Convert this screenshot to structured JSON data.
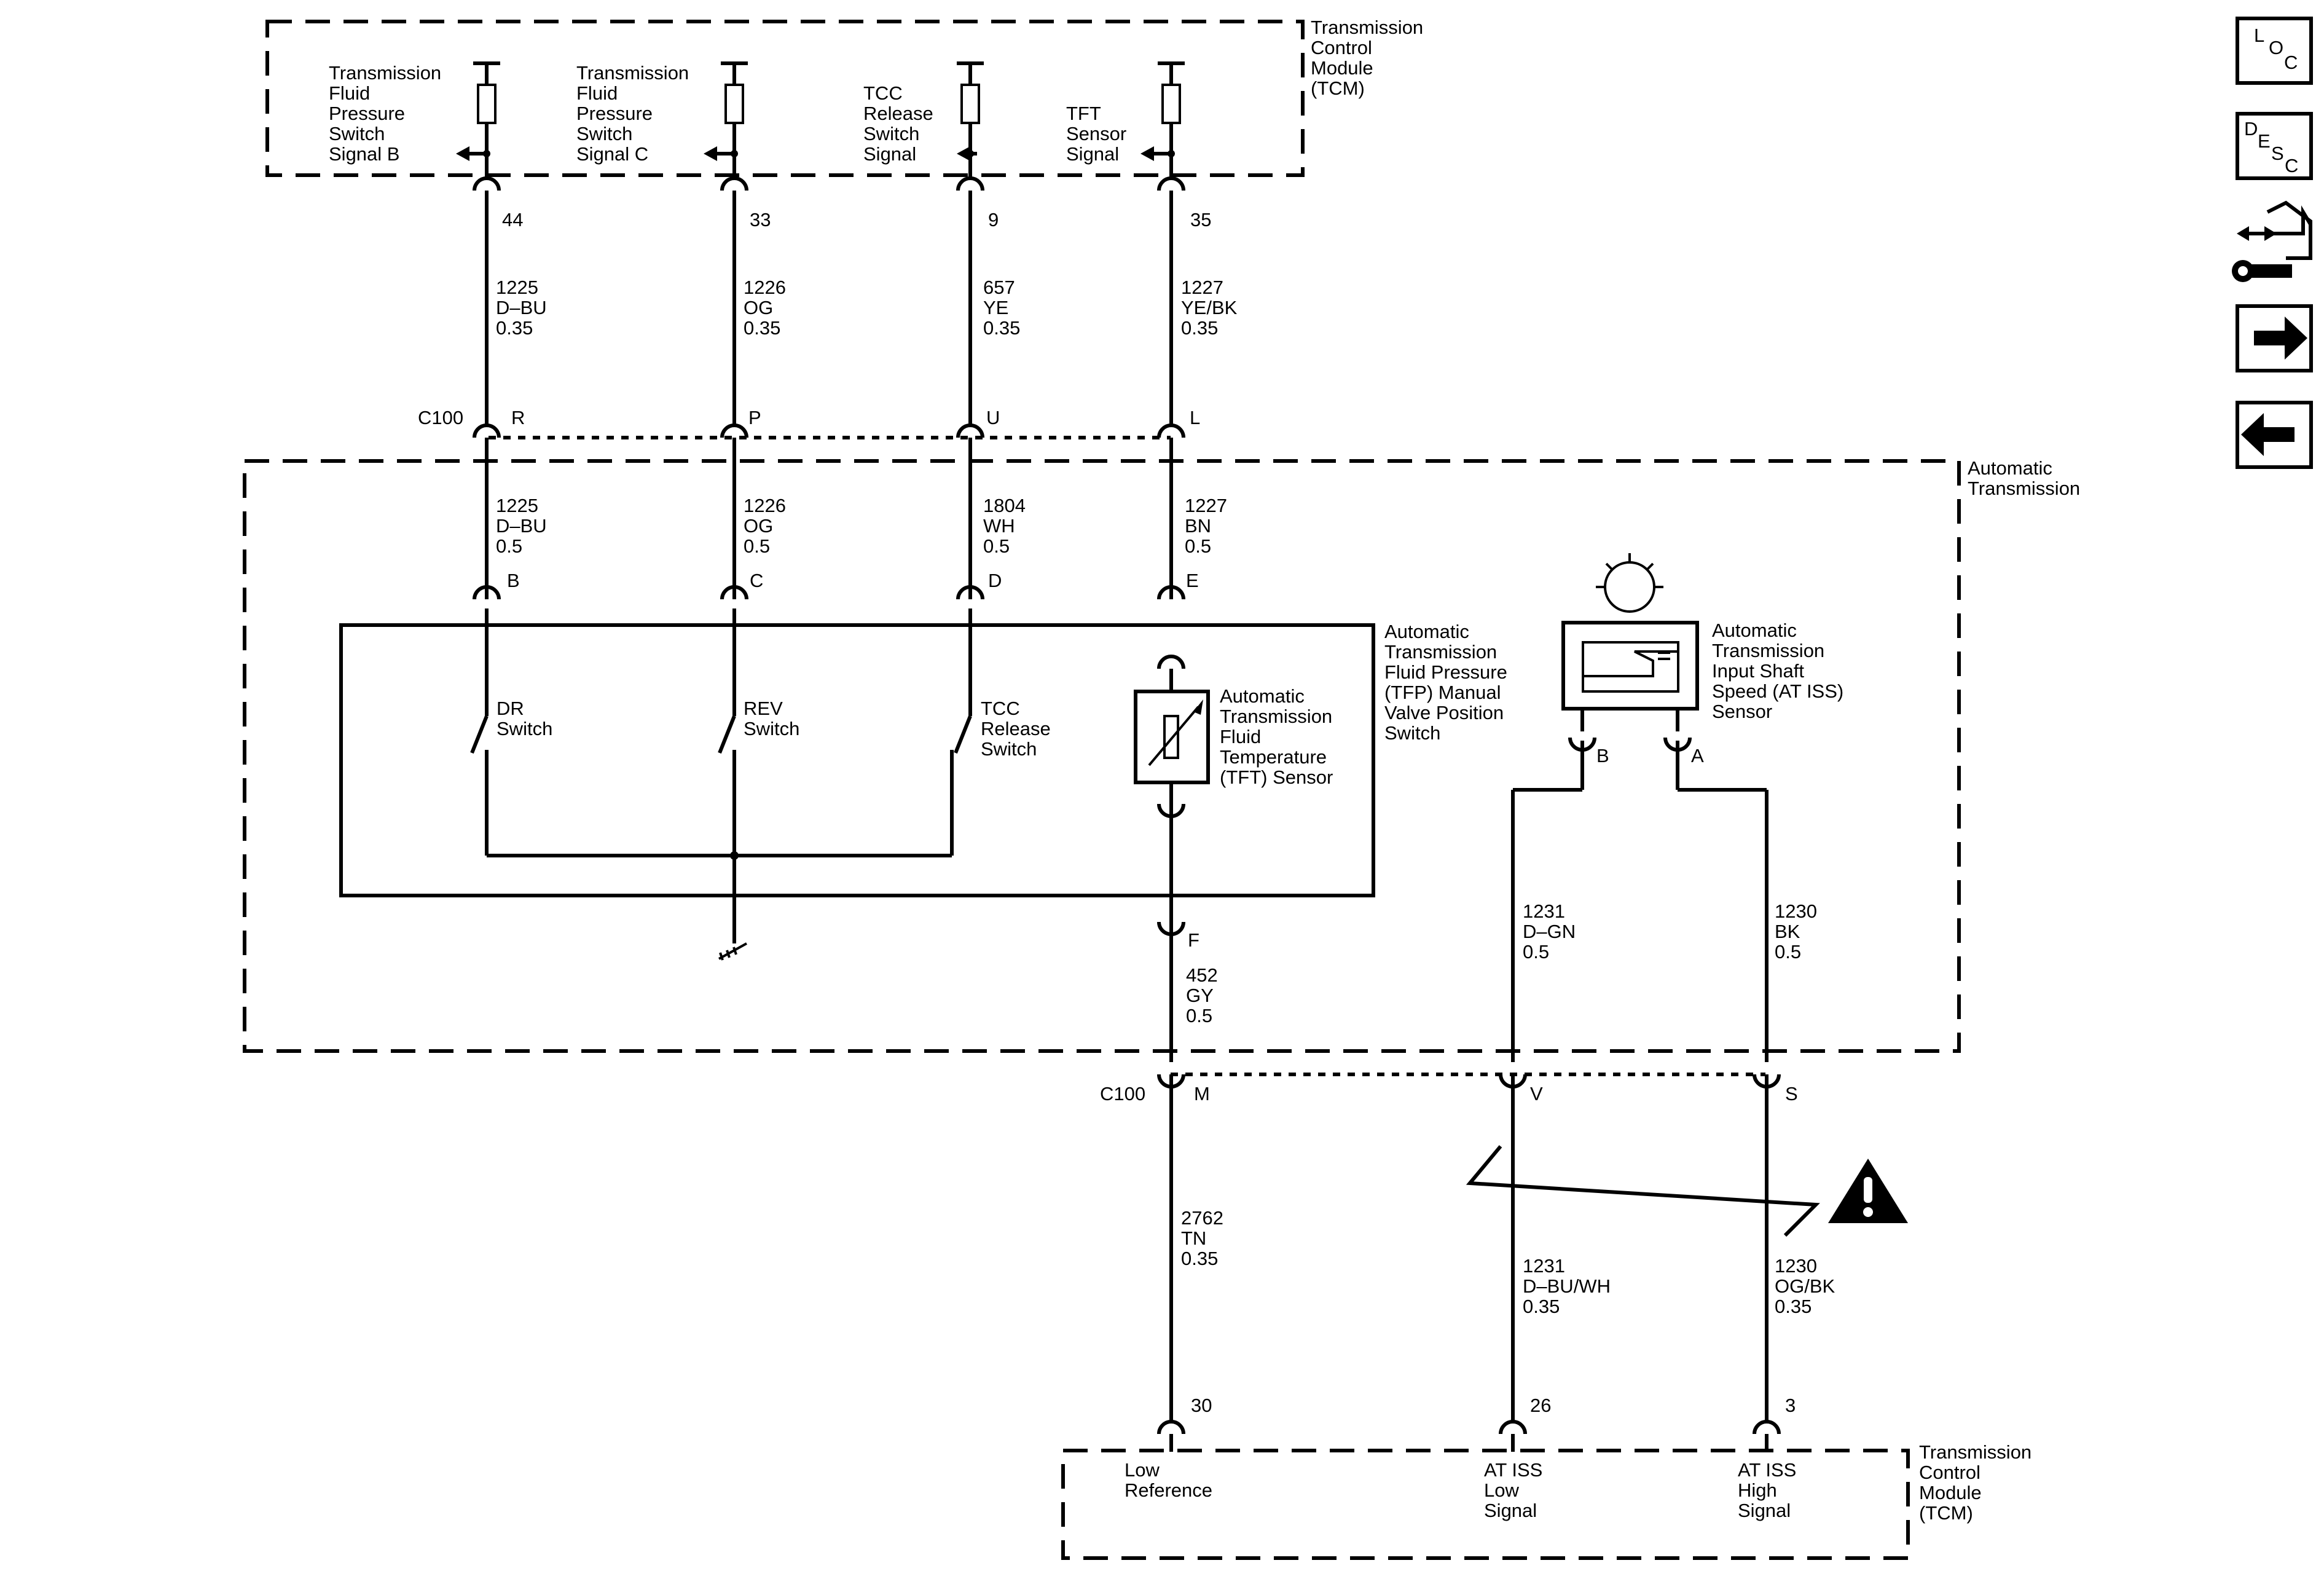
{
  "tcm_top": {
    "lines": [
      "Transmission",
      "Control",
      "Module",
      "(TCM)"
    ]
  },
  "tcm_bottom": {
    "lines": [
      "Transmission",
      "Control",
      "Module",
      "(TCM)"
    ]
  },
  "auto_trans": {
    "lines": [
      "Automatic",
      "Transmission"
    ]
  },
  "tfp_switch": {
    "lines": [
      "Automatic",
      "Transmission",
      "Fluid Pressure",
      "(TFP) Manual",
      "Valve Position",
      "Switch"
    ]
  },
  "iss_sensor": {
    "lines": [
      "Automatic",
      "Transmission",
      "Input Shaft",
      "Speed (AT ISS)",
      "Sensor"
    ]
  },
  "tft_sensor": {
    "lines": [
      "Automatic",
      "Transmission",
      "Fluid",
      "Temperature",
      "(TFT) Sensor"
    ]
  },
  "connector_c100": {
    "top_label": "C100",
    "bottom_label": "C100"
  },
  "circuits_top": [
    {
      "signal": [
        "Transmission",
        "Fluid",
        "Pressure",
        "Switch",
        "Signal B"
      ],
      "pin": "44",
      "wire_upper": [
        "1225",
        "D–BU",
        "0.35"
      ],
      "c100_pin": "R",
      "wire_lower": [
        "1225",
        "D–BU",
        "0.5"
      ],
      "trans_pin": "B"
    },
    {
      "signal": [
        "Transmission",
        "Fluid",
        "Pressure",
        "Switch",
        "Signal C"
      ],
      "pin": "33",
      "wire_upper": [
        "1226",
        "OG",
        "0.35"
      ],
      "c100_pin": "P",
      "wire_lower": [
        "1226",
        "OG",
        "0.5"
      ],
      "trans_pin": "C"
    },
    {
      "signal": [
        "TCC",
        "Release",
        "Switch",
        "Signal"
      ],
      "pin": "9",
      "wire_upper": [
        "657",
        "YE",
        "0.35"
      ],
      "c100_pin": "U",
      "wire_lower": [
        "1804",
        "WH",
        "0.5"
      ],
      "trans_pin": "D"
    },
    {
      "signal": [
        "TFT",
        "Sensor",
        "Signal"
      ],
      "pin": "35",
      "wire_upper": [
        "1227",
        "YE/BK",
        "0.35"
      ],
      "c100_pin": "L",
      "wire_lower": [
        "1227",
        "BN",
        "0.5"
      ],
      "trans_pin": "E"
    }
  ],
  "switches": [
    {
      "label": [
        "DR",
        "Switch"
      ]
    },
    {
      "label": [
        "REV",
        "Switch"
      ]
    },
    {
      "label": [
        "TCC",
        "Release",
        "Switch"
      ]
    }
  ],
  "tft_lower": {
    "pin": "F",
    "wire": [
      "452",
      "GY",
      "0.5"
    ],
    "c100_pin": "M",
    "wire_bottom": [
      "2762",
      "TN",
      "0.35"
    ],
    "tcm_pin": "30",
    "tcm_label": [
      "Low",
      "Reference"
    ]
  },
  "iss_low": {
    "sensor_pin": "B",
    "wire_upper": [
      "1231",
      "D–GN",
      "0.5"
    ],
    "c100_pin": "V",
    "wire_lower": [
      "1231",
      "D–BU/WH",
      "0.35"
    ],
    "tcm_pin": "26",
    "tcm_label": [
      "AT ISS",
      "Low",
      "Signal"
    ]
  },
  "iss_high": {
    "sensor_pin": "A",
    "wire_upper": [
      "1230",
      "BK",
      "0.5"
    ],
    "c100_pin": "S",
    "wire_lower": [
      "1230",
      "OG/BK",
      "0.35"
    ],
    "tcm_pin": "3",
    "tcm_label": [
      "AT ISS",
      "High",
      "Signal"
    ]
  },
  "nav": {
    "loc": [
      "L",
      "O",
      "C"
    ],
    "desc": [
      "D",
      "E",
      "S",
      "C"
    ],
    "icons": [
      "connector-tool-icon",
      "arrow-right-icon",
      "arrow-left-icon"
    ]
  },
  "warning_icon": "warning-exclamation-icon"
}
